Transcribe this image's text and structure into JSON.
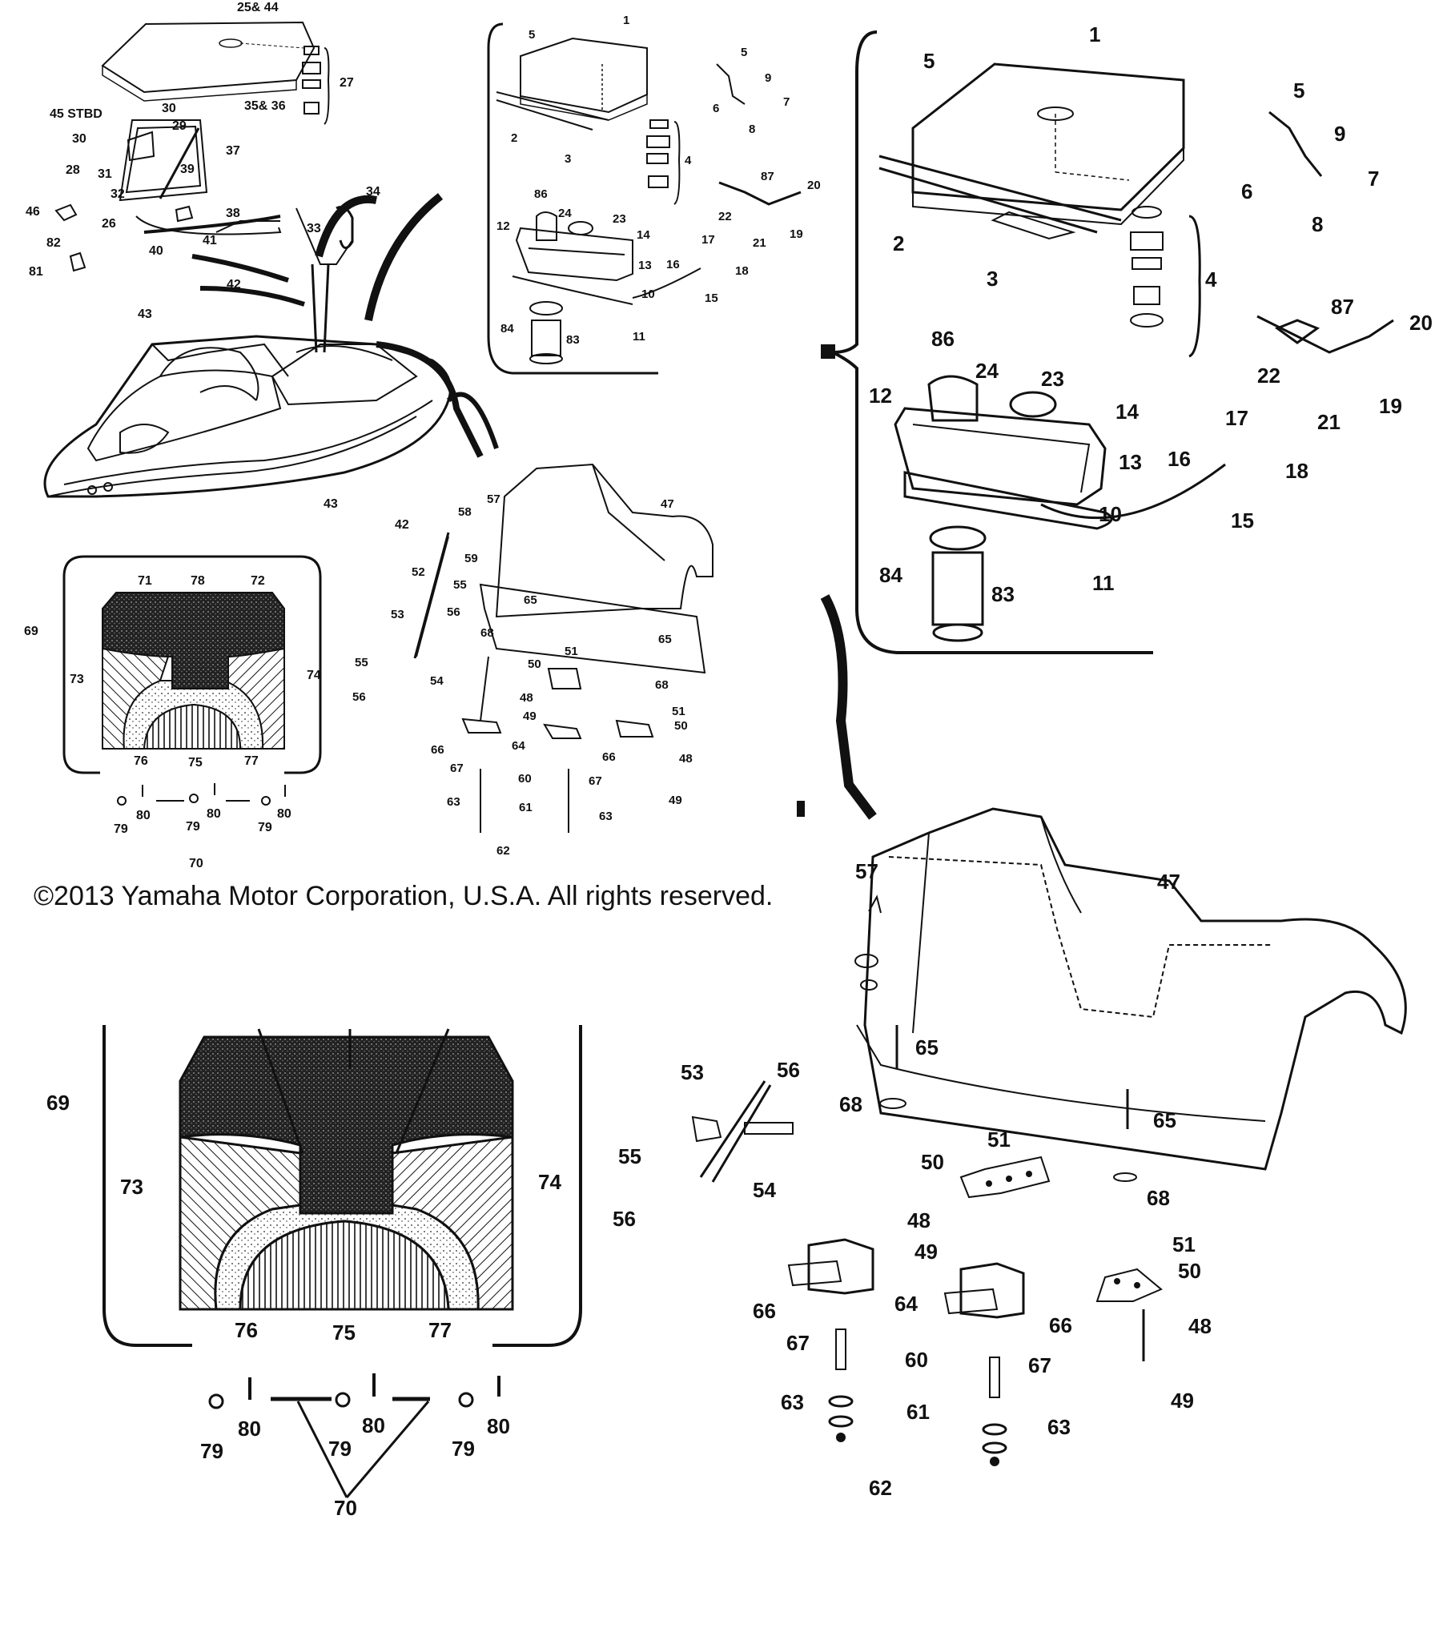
{
  "copyright": "©2013 Yamaha Motor Corporation, U.S.A. All rights reserved.",
  "callouts": {
    "c25_44": "25& 44",
    "c27": "27",
    "c45stbd": "45 STBD",
    "c30a": "30",
    "c30b": "30",
    "c29": "29",
    "c35_36": "35& 36",
    "c28": "28",
    "c31": "31",
    "c37": "37",
    "c39": "39",
    "c32": "32",
    "c46": "46",
    "c26": "26",
    "c38": "38",
    "c82": "82",
    "c41": "41",
    "c40": "40",
    "c81": "81",
    "c34": "34",
    "c33": "33",
    "c42a": "42",
    "c43a": "43",
    "c43b": "43",
    "c42b": "42",
    "s1": "1",
    "s5a": "5",
    "s2": "2",
    "s3": "3",
    "s4": "4",
    "s5b": "5",
    "s9": "9",
    "s6": "6",
    "s7": "7",
    "s8": "8",
    "s87": "87",
    "s20": "20",
    "s22": "22",
    "s19": "19",
    "s21": "21",
    "s86": "86",
    "s12": "12",
    "s24": "24",
    "s23": "23",
    "s14": "14",
    "s13": "13",
    "s17": "17",
    "s16": "16",
    "s18": "18",
    "s15": "15",
    "s10": "10",
    "s11": "11",
    "s84": "84",
    "s83": "83",
    "L1": "1",
    "L5a": "5",
    "L2": "2",
    "L3": "3",
    "L4": "4",
    "L5b": "5",
    "L9": "9",
    "L6": "6",
    "L7": "7",
    "L8": "8",
    "L87": "87",
    "L20": "20",
    "L22": "22",
    "L21": "21",
    "L19": "19",
    "L86": "86",
    "L24": "24",
    "L23": "23",
    "L12": "12",
    "L14": "14",
    "L13": "13",
    "L17": "17",
    "L16": "16",
    "L18": "18",
    "L15": "15",
    "L10": "10",
    "L11": "11",
    "L84": "84",
    "L83": "83",
    "m57": "57",
    "m58": "58",
    "m47": "47",
    "m52": "52",
    "m59": "59",
    "m55a": "55",
    "m56a": "56",
    "m65a": "65",
    "m53": "53",
    "m65b": "65",
    "m68a": "68",
    "m55b": "55",
    "m54": "54",
    "m56b": "56",
    "m51a": "51",
    "m50a": "50",
    "m48a": "48",
    "m68b": "68",
    "m49a": "49",
    "m51b": "51",
    "m50b": "50",
    "m66a": "66",
    "m64": "64",
    "m48b": "48",
    "m67a": "67",
    "m66b": "66",
    "m60": "60",
    "m67b": "67",
    "m49b": "49",
    "m63a": "63",
    "m61": "61",
    "m63b": "63",
    "m62": "62",
    "b57": "57",
    "b47": "47",
    "b65a": "65",
    "b56": "56",
    "b53": "53",
    "b65b": "65",
    "b68a": "68",
    "b55": "55",
    "b51a": "51",
    "b54": "54",
    "b50a": "50",
    "b56b": "56",
    "b48a": "48",
    "b68b": "68",
    "b49a": "49",
    "b51b": "51",
    "b50b": "50",
    "b48b": "48",
    "b66a": "66",
    "b64": "64",
    "b66b": "66",
    "b67a": "67",
    "b60": "60",
    "b67b": "67",
    "b49b": "49",
    "b63a": "63",
    "b61": "61",
    "b63b": "63",
    "b62": "62",
    "f69": "69",
    "f71": "71",
    "f78": "78",
    "f72": "72",
    "f73": "73",
    "f74": "74",
    "f76": "76",
    "f75": "75",
    "f77": "77",
    "f80a": "80",
    "f80b": "80",
    "f80c": "80",
    "f79a": "79",
    "f79b": "79",
    "f79c": "79",
    "f70": "70",
    "F69": "69",
    "F73": "73",
    "F74": "74",
    "F76": "76",
    "F75": "75",
    "F77": "77",
    "F80a": "80",
    "F80b": "80",
    "F80c": "80",
    "F79a": "79",
    "F79b": "79",
    "F79c": "79",
    "F70": "70"
  }
}
